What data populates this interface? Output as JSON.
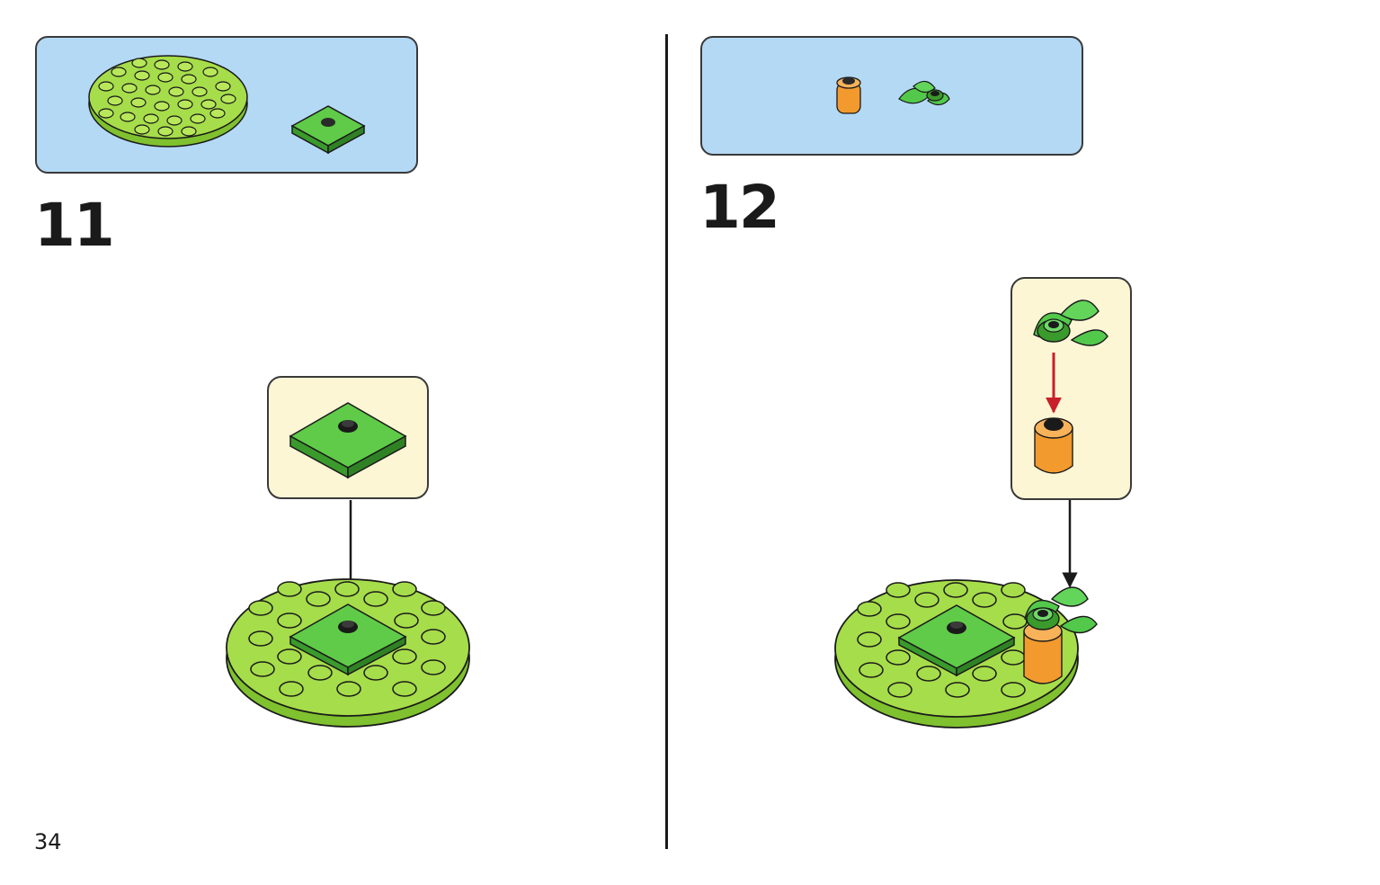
{
  "page": {
    "number": "34"
  },
  "steps": [
    {
      "number": "11",
      "parts": [
        "round-plate-8x8",
        "tile-2x2-with-stud"
      ]
    },
    {
      "number": "12",
      "parts": [
        "round-brick-1x1-orange",
        "leaf-plant-element"
      ]
    }
  ],
  "colors": {
    "parts_box": "#b3d9f5",
    "callout": "#fdf6d5",
    "lime_plate": "#9ad93a",
    "green_tile": "#4dbb3a",
    "orange_brick": "#f39a2e",
    "leaf_green": "#52c94a",
    "arrow_red": "#c8202a",
    "arrow_black": "#1a1a1a"
  }
}
